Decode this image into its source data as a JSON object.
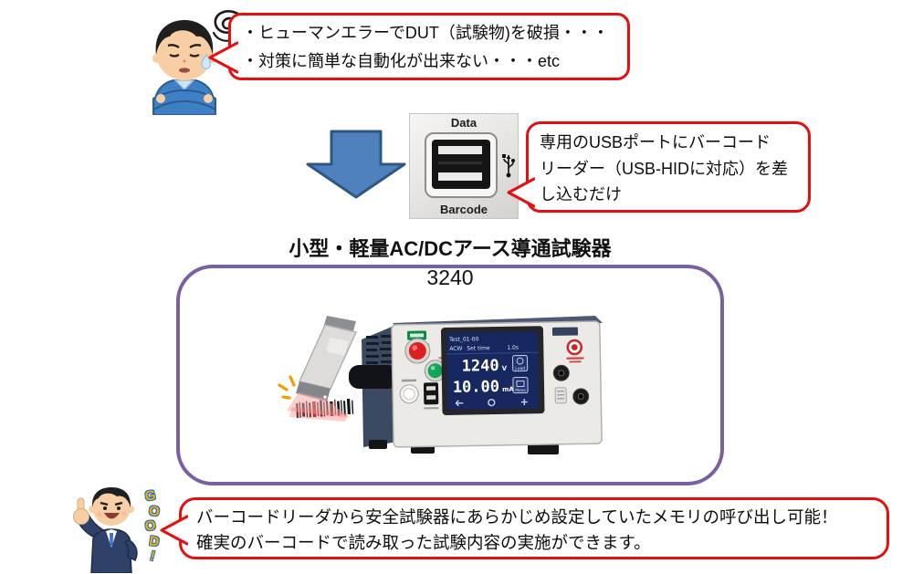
{
  "colors": {
    "bubble_border": "#e60f0f",
    "box_border": "#7a5fa5",
    "arrow_fill": "#4f81bd",
    "arrow_stroke": "#2e5784",
    "good_fill": "#f0b400",
    "good_outline": "#2a6bc4"
  },
  "problem_bubble": {
    "line1": "・ヒューマンエラーでDUT（試験物)を破損・・・",
    "line2": "・対策に簡単な自動化が出来ない・・・etc"
  },
  "usb_panel": {
    "top_label": "Data",
    "bottom_label": "Barcode"
  },
  "usb_bubble": {
    "line1": "専用のUSBポートにバーコード",
    "line2": "リーダー（USB-HIDに対応）を差",
    "line3": "し込むだけ"
  },
  "product": {
    "title_line1": "小型・軽量AC/DCアース導通試験器",
    "title_line2": "3240"
  },
  "device": {
    "screen": {
      "memory": "Test_01-00",
      "mode": "ACW",
      "set_time_label": "Set time",
      "set_time_value": "1.0s",
      "voltage": "1240",
      "voltage_unit": "V",
      "current": "10.00",
      "current_unit": "mA",
      "key1": "Load",
      "key2": "Meas"
    }
  },
  "good_badge": {
    "letters": [
      "G",
      "O",
      "O",
      "D",
      "!"
    ]
  },
  "benefit_bubble": {
    "line1": "バーコードリーダから安全試験器にあらかじめ設定していたメモリの呼び出し可能！",
    "line2": "確実のバーコードで読み取った試験内容の実施ができます。"
  }
}
